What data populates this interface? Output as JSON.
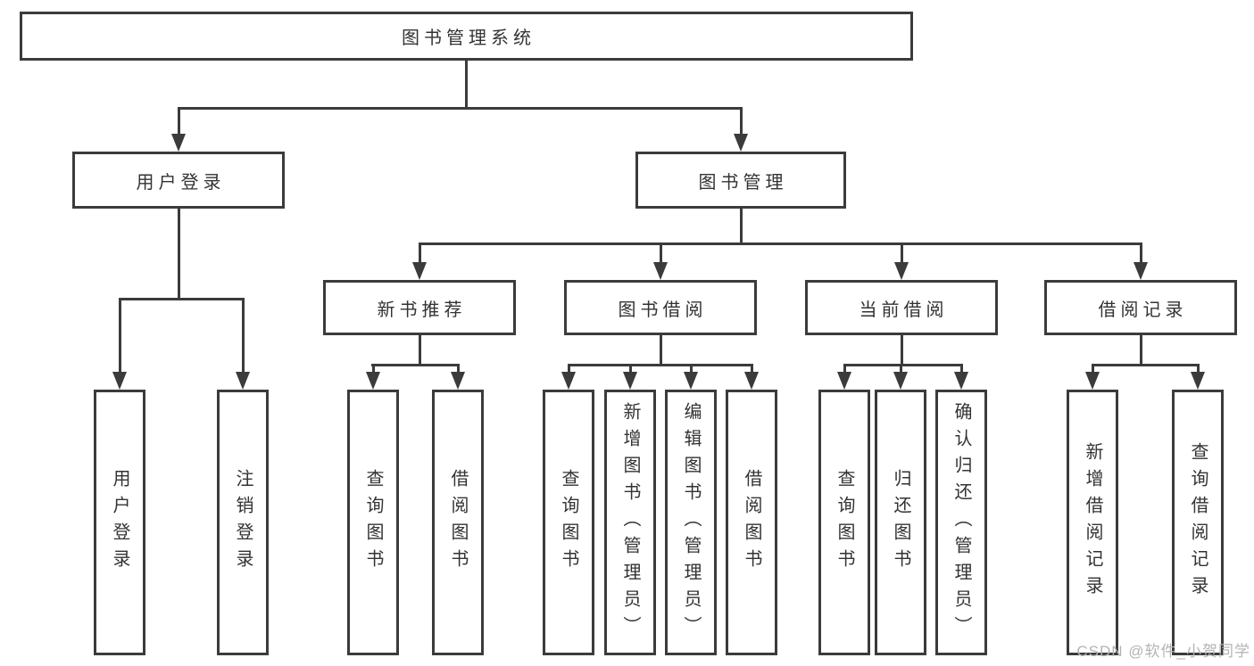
{
  "colors": {
    "line": "#3b3b3b",
    "text": "#333333",
    "boxbg": "#ffffff",
    "watermark": "#b3b3b3"
  },
  "watermark": {
    "text": "CSDN @软件_小贺同学"
  },
  "tree": {
    "root": {
      "label": "图书管理系统",
      "children": [
        {
          "label": "用户登录",
          "children": [
            {
              "label": "用户登录"
            },
            {
              "label": "注销登录"
            }
          ]
        },
        {
          "label": "图书管理",
          "children": [
            {
              "label": "新书推荐",
              "children": [
                {
                  "label": "查询图书"
                },
                {
                  "label": "借阅图书"
                }
              ]
            },
            {
              "label": "图书借阅",
              "children": [
                {
                  "label": "查询图书"
                },
                {
                  "label": "新增图书（管理员）"
                },
                {
                  "label": "编辑图书（管理员）"
                },
                {
                  "label": "借阅图书"
                }
              ]
            },
            {
              "label": "当前借阅",
              "children": [
                {
                  "label": "查询图书"
                },
                {
                  "label": "归还图书"
                },
                {
                  "label": "确认归还（管理员）"
                }
              ]
            },
            {
              "label": "借阅记录",
              "children": [
                {
                  "label": "新增借阅记录"
                },
                {
                  "label": "查询借阅记录"
                }
              ]
            }
          ]
        }
      ]
    }
  }
}
